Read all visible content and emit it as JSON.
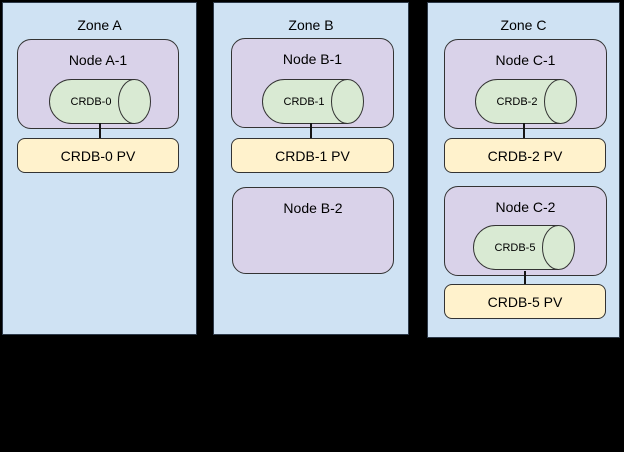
{
  "diagram": {
    "background": "#000000",
    "colors": {
      "zone_fill": "#cfe2f3",
      "node_fill": "#d9d2e9",
      "cylinder_fill": "#d9ead3",
      "pv_fill": "#fff2cc",
      "outline": "#333333"
    },
    "zones": [
      {
        "title": "Zone A",
        "nodes": [
          {
            "label": "Node A-1",
            "db": "CRDB-0",
            "pv": "CRDB-0 PV"
          }
        ]
      },
      {
        "title": "Zone B",
        "nodes": [
          {
            "label": "Node B-1",
            "db": "CRDB-1",
            "pv": "CRDB-1 PV"
          },
          {
            "label": "Node B-2"
          }
        ]
      },
      {
        "title": "Zone C",
        "nodes": [
          {
            "label": "Node C-1",
            "db": "CRDB-2",
            "pv": "CRDB-2 PV"
          },
          {
            "label": "Node C-2",
            "db": "CRDB-5",
            "pv": "CRDB-5 PV"
          }
        ]
      }
    ]
  }
}
